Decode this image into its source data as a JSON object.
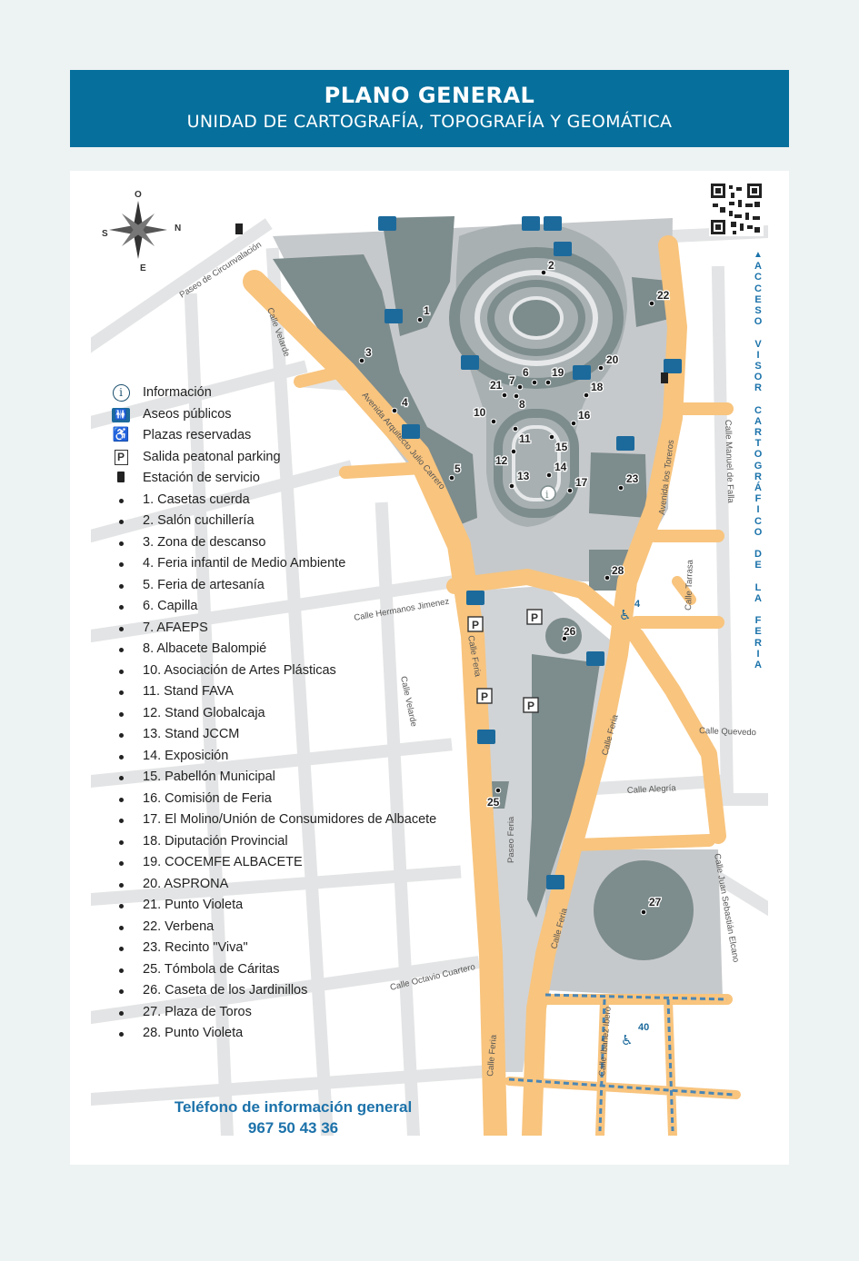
{
  "header": {
    "title": "PLANO GENERAL",
    "subtitle": "UNIDAD DE CARTOGRAFÍA, TOPOGRAFÍA Y GEOMÁTICA"
  },
  "compass": {
    "n": "N",
    "s": "S",
    "e": "E",
    "o": "O"
  },
  "legend": {
    "icons": [
      {
        "icon": "info-icon",
        "label": "Información"
      },
      {
        "icon": "restroom-icon",
        "label": "Aseos públicos"
      },
      {
        "icon": "accessible-icon",
        "label": "Plazas reservadas"
      },
      {
        "icon": "parking-icon",
        "label": "Salida peatonal parking"
      },
      {
        "icon": "fuel-icon",
        "label": "Estación de servicio"
      }
    ],
    "items": [
      "1. Casetas cuerda",
      "2. Salón cuchillería",
      "3. Zona de descanso",
      "4. Feria infantil de Medio Ambiente",
      "5. Feria de artesanía",
      "6. Capilla",
      "7. AFAEPS",
      "8. Albacete Balompié",
      "10. Asociación de Artes Plásticas",
      "11. Stand FAVA",
      "12. Stand Globalcaja",
      "13. Stand JCCM",
      "14. Exposición",
      "15. Pabellón Municipal",
      "16. Comisión de Feria",
      "17. El Molino/Unión de Consumidores de Albacete",
      "18. Diputación Provincial",
      "19. COCEMFE ALBACETE",
      "20. ASPRONA",
      "21. Punto Violeta",
      "22. Verbena",
      "23. Recinto \"Viva\"",
      "25. Tómbola de Cáritas",
      "26. Caseta de los Jardinillos",
      "27. Plaza de Toros",
      "28. Punto Violeta"
    ]
  },
  "streets": {
    "paseo_circunvalacion": "Paseo de Circunvalación",
    "calle_velarde_1": "Calle Velarde",
    "calle_velarde_2": "Calle Velarde",
    "avenida_julio_carrero": "Avenida Arquitecto Julio Carrero",
    "calle_hermanos_jimenez": "Calle Hermanos Jimenez",
    "calle_feria_1": "Calle Feria",
    "calle_feria_2": "Calle Feria",
    "calle_feria_3": "Calle Feria",
    "calle_feria_4": "Calle Feria",
    "paseo_feria": "Paseo Feria",
    "calle_octavio_cuartero": "Calle Octavio Cuartero",
    "avenida_los_toreros": "Avenida los Toreros",
    "calle_manuel_de_falla": "Calle Manuel de Falla",
    "calle_tarrasa": "Calle Tarrasa",
    "calle_quevedo": "Calle Quevedo",
    "calle_alegria": "Calle Alegría",
    "calle_juan_sebastian_elcano": "Calle Juan Sebastián Elcano",
    "calle_ibanez_ibero": "Calle Ibañez Ibero"
  },
  "map_numbers": [
    "1",
    "2",
    "3",
    "4",
    "5",
    "6",
    "7",
    "8",
    "10",
    "11",
    "12",
    "13",
    "14",
    "15",
    "16",
    "17",
    "18",
    "19",
    "20",
    "21",
    "22",
    "23",
    "25",
    "26",
    "27",
    "28"
  ],
  "reserved_counts": {
    "a": "4",
    "b": "40"
  },
  "vertical_label": [
    "A",
    "C",
    "C",
    "E",
    "S",
    "O",
    "",
    "V",
    "I",
    "S",
    "O",
    "R",
    "",
    "C",
    "A",
    "R",
    "T",
    "O",
    "G",
    "R",
    "Á",
    "F",
    "I",
    "C",
    "O",
    "",
    "D",
    "E",
    "",
    "L",
    "A",
    "",
    "F",
    "E",
    "R",
    "I",
    "A"
  ],
  "phone": {
    "label": "Teléfono de información general",
    "number": "967 50 43 36"
  },
  "colors": {
    "header_bg": "#066f9c",
    "road": "#f8c47e",
    "building": "#7d8c8d",
    "area": "#c4c7c9",
    "street": "#e4e5e6",
    "accent_blue": "#1c72aa"
  }
}
